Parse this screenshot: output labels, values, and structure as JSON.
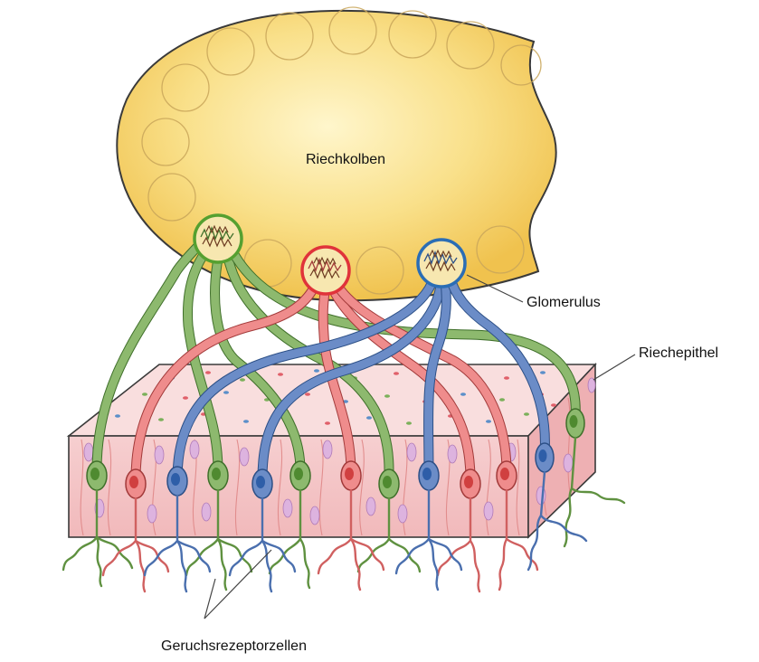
{
  "labels": {
    "olfactory_bulb": "Riechkolben",
    "glomerulus": "Glomerulus",
    "epithelium": "Riechepithel",
    "receptor_cells": "Geruchsrezeptorzellen"
  },
  "colors": {
    "bulb_fill": "#f6d66a",
    "bulb_highlight": "#fff6cc",
    "epithelium_side": "#f4c2c4",
    "epithelium_top": "#f9dede",
    "green_neuron": "#8db96e",
    "red_neuron": "#ef8c8c",
    "blue_neuron": "#6b8cc7",
    "green_ring": "#55a030",
    "red_ring": "#e0333a",
    "blue_ring": "#2a6db5"
  },
  "neuron_colors": [
    "green",
    "red",
    "blue",
    "green",
    "blue",
    "green",
    "red",
    "green",
    "blue",
    "red",
    "red",
    "blue",
    "green"
  ]
}
